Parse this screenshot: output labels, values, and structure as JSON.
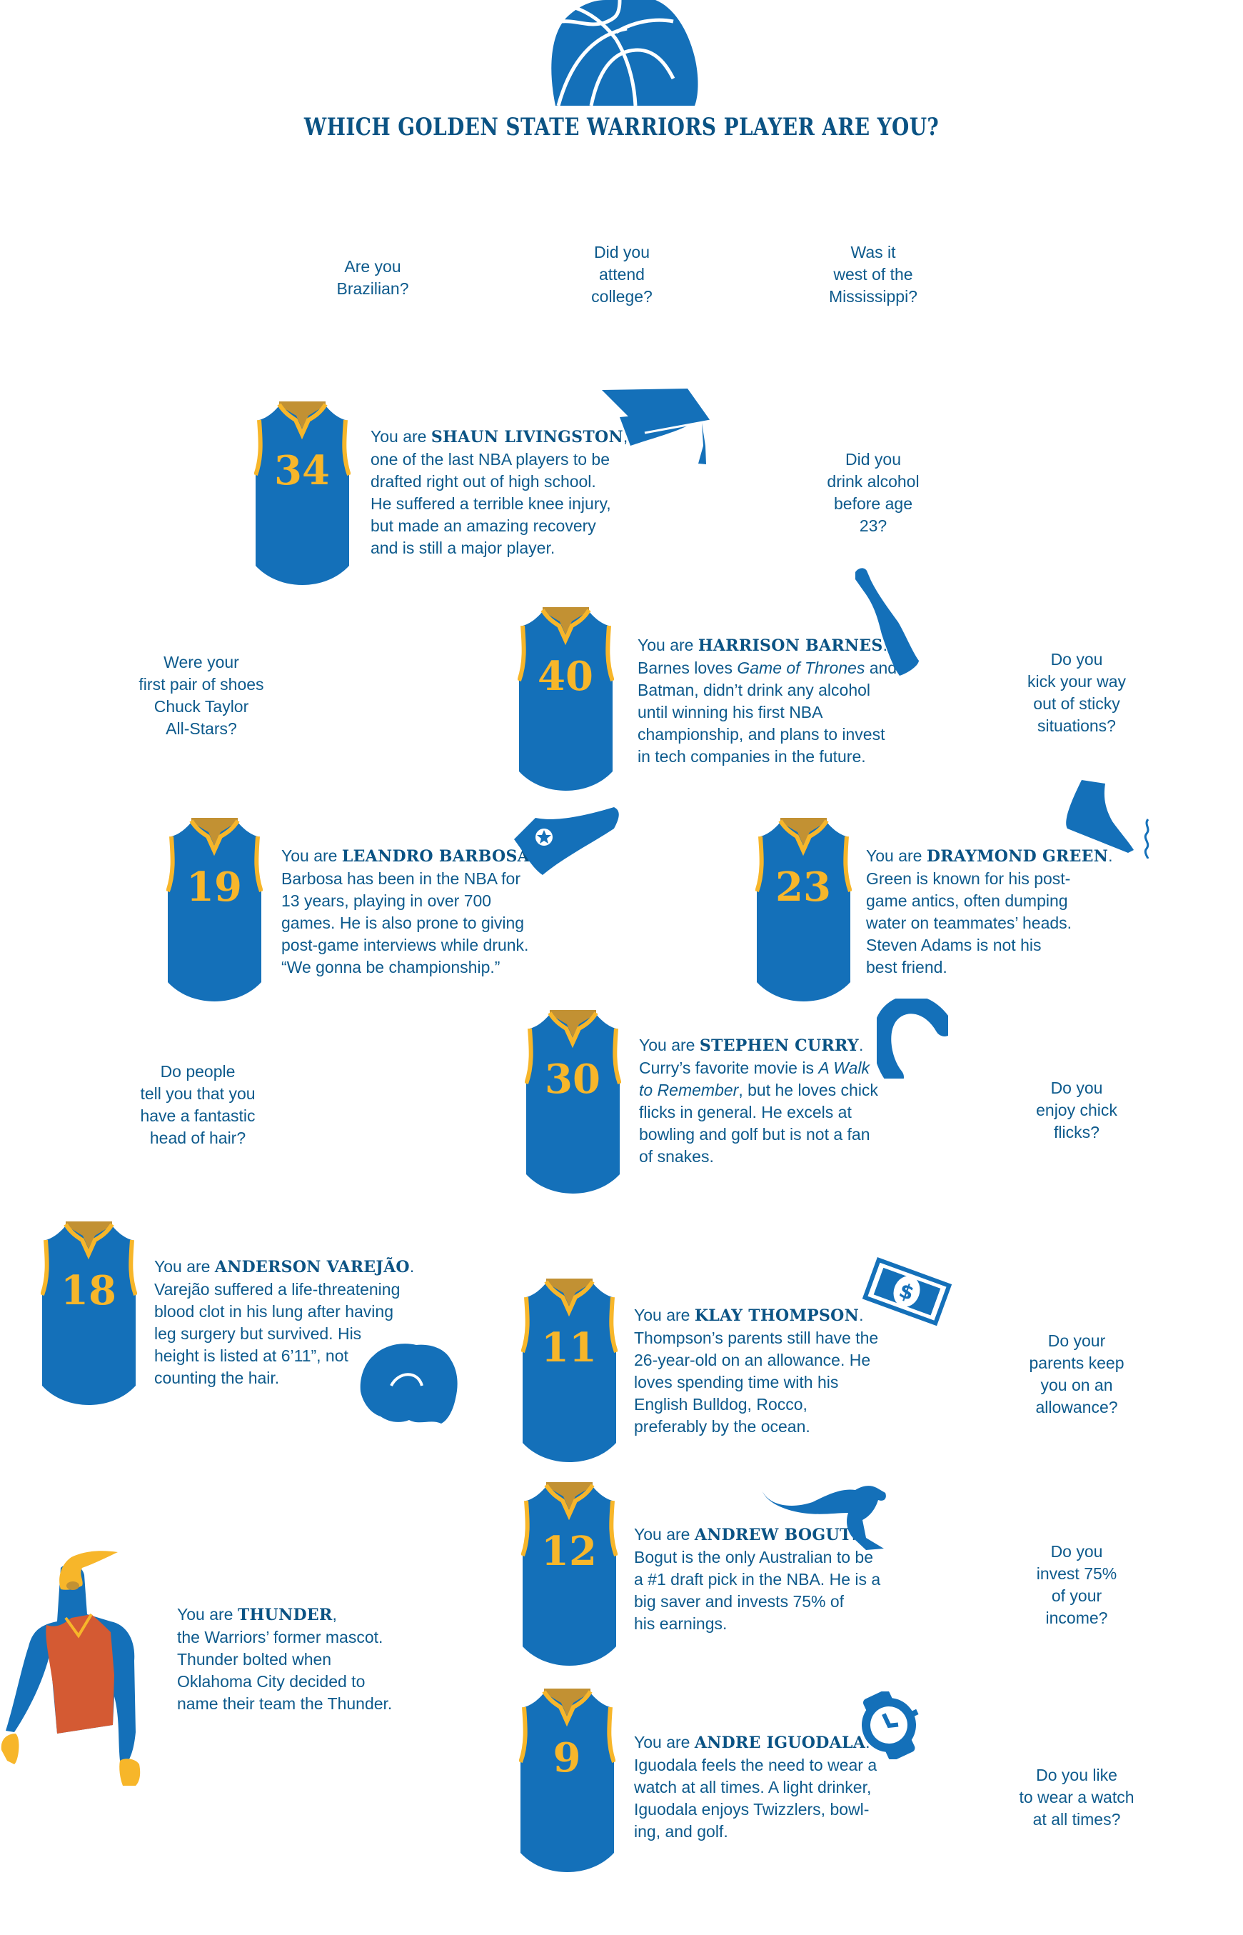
{
  "title": "WHICH GOLDEN STATE WARRIORS PLAYER ARE YOU?",
  "colors": {
    "primary_blue": "#1470b9",
    "dark_blue_text": "#0d5a8c",
    "gold": "#f7b62a",
    "gold_dark": "#c29133",
    "mascot_orange": "#d45a33"
  },
  "questions": {
    "brazilian": "Are you\nBrazilian?",
    "college": "Did you\nattend\ncollege?",
    "mississippi": "Was it\nwest of the\nMississippi?",
    "alcohol": "Did you\ndrink alcohol\nbefore age\n23?",
    "kick": "Do you\nkick your way\nout of sticky\nsituations?",
    "chuck_taylor": "Were your\nfirst pair of shoes\nChuck Taylor\nAll-Stars?",
    "hair": "Do people\ntell you that you\nhave a fantastic\nhead of hair?",
    "chick_flicks": "Do you\nenjoy chick\nflicks?",
    "allowance": "Do your\nparents keep\nyou on an\nallowance?",
    "invest": "Do you\ninvest 75%\nof your\nincome?",
    "watch": "Do you like\nto wear a watch\nat all times?"
  },
  "players": {
    "livingston": {
      "number": "34",
      "lead": "You are ",
      "name": "SHAUN LIVINGSTON",
      "punct": ",",
      "body": "\none of the last NBA players to be\ndrafted right out of high school.\nHe suffered a terrible knee injury,\nbut made an amazing recovery\nand is still a major player.",
      "icon": "graduation-cap-icon"
    },
    "barnes": {
      "number": "40",
      "lead": "You are ",
      "name": "HARRISON BARNES",
      "punct": ".",
      "body_pre": "\nBarnes loves ",
      "italic": "Game of Thrones",
      "body": " and\nBatman, didn’t drink any alcohol\nuntil winning his first NBA\nchampionship, and plans to invest\nin tech companies in the future.",
      "icon": "bottle-icon"
    },
    "barbosa": {
      "number": "19",
      "lead": "You are ",
      "name": "LEANDRO BARBOSA",
      "punct": ".",
      "body": "\nBarbosa has been in the NBA for\n13 years, playing in over 700\ngames. He is also prone to giving\npost-game interviews while drunk.\n“We gonna be championship.”",
      "icon": "sneaker-icon"
    },
    "green": {
      "number": "23",
      "lead": "You are ",
      "name": "DRAYMOND GREEN",
      "punct": ".",
      "body": "\nGreen is known for his post-\ngame antics, often dumping\nwater on teammates’ heads.\nSteven Adams is not his\nbest friend.",
      "icon": "kicking-foot-icon"
    },
    "curry": {
      "number": "30",
      "lead": "You are ",
      "name": "STEPHEN CURRY",
      "punct": ".",
      "body_pre": "\nCurry’s favorite movie is ",
      "italic": "A Walk\nto Remember",
      "body": ", but he loves chick\nflicks in general. He excels at\nbowling and golf but is not a fan\nof snakes.",
      "icon": "mouthguard-icon"
    },
    "varejao": {
      "number": "18",
      "lead": "You are ",
      "name": "ANDERSON VAREJÃO",
      "punct": ".",
      "body": "\nVarejão suffered a life-threatening\nblood clot in his lung after having\nleg surgery but survived. His\nheight is listed at 6’11”, not\ncounting the hair.",
      "icon": "hair-icon"
    },
    "thompson": {
      "number": "11",
      "lead": "You are ",
      "name": "KLAY THOMPSON",
      "punct": ".",
      "body": "\nThompson’s parents still have the\n26-year-old on an allowance. He\nloves spending time with his\nEnglish Bulldog, Rocco,\npreferably by the ocean.",
      "icon": "dollar-bill-icon"
    },
    "bogut": {
      "number": "12",
      "lead": "You are ",
      "name": "ANDREW BOGUT",
      "punct": ".",
      "body": "\nBogut is the only Australian to be\na #1 draft pick in the NBA. He is a\nbig saver and invests 75% of\nhis earnings.",
      "icon": "kangaroo-icon"
    },
    "thunder": {
      "lead": "You are ",
      "name": "THUNDER",
      "punct": ",",
      "body": "\nthe Warriors’ former mascot.\nThunder bolted when\nOklahoma City decided to\nname their team the Thunder.",
      "icon": "mascot-icon"
    },
    "iguodala": {
      "number": "9",
      "lead": "You are ",
      "name": "ANDRE IGUODALA",
      "punct": ".",
      "body": "\nIguodala feels the need to wear a\nwatch at all times. A light drinker,\nIguodala enjoys Twizzlers, bowl-\ning, and golf.",
      "icon": "watch-icon"
    }
  }
}
